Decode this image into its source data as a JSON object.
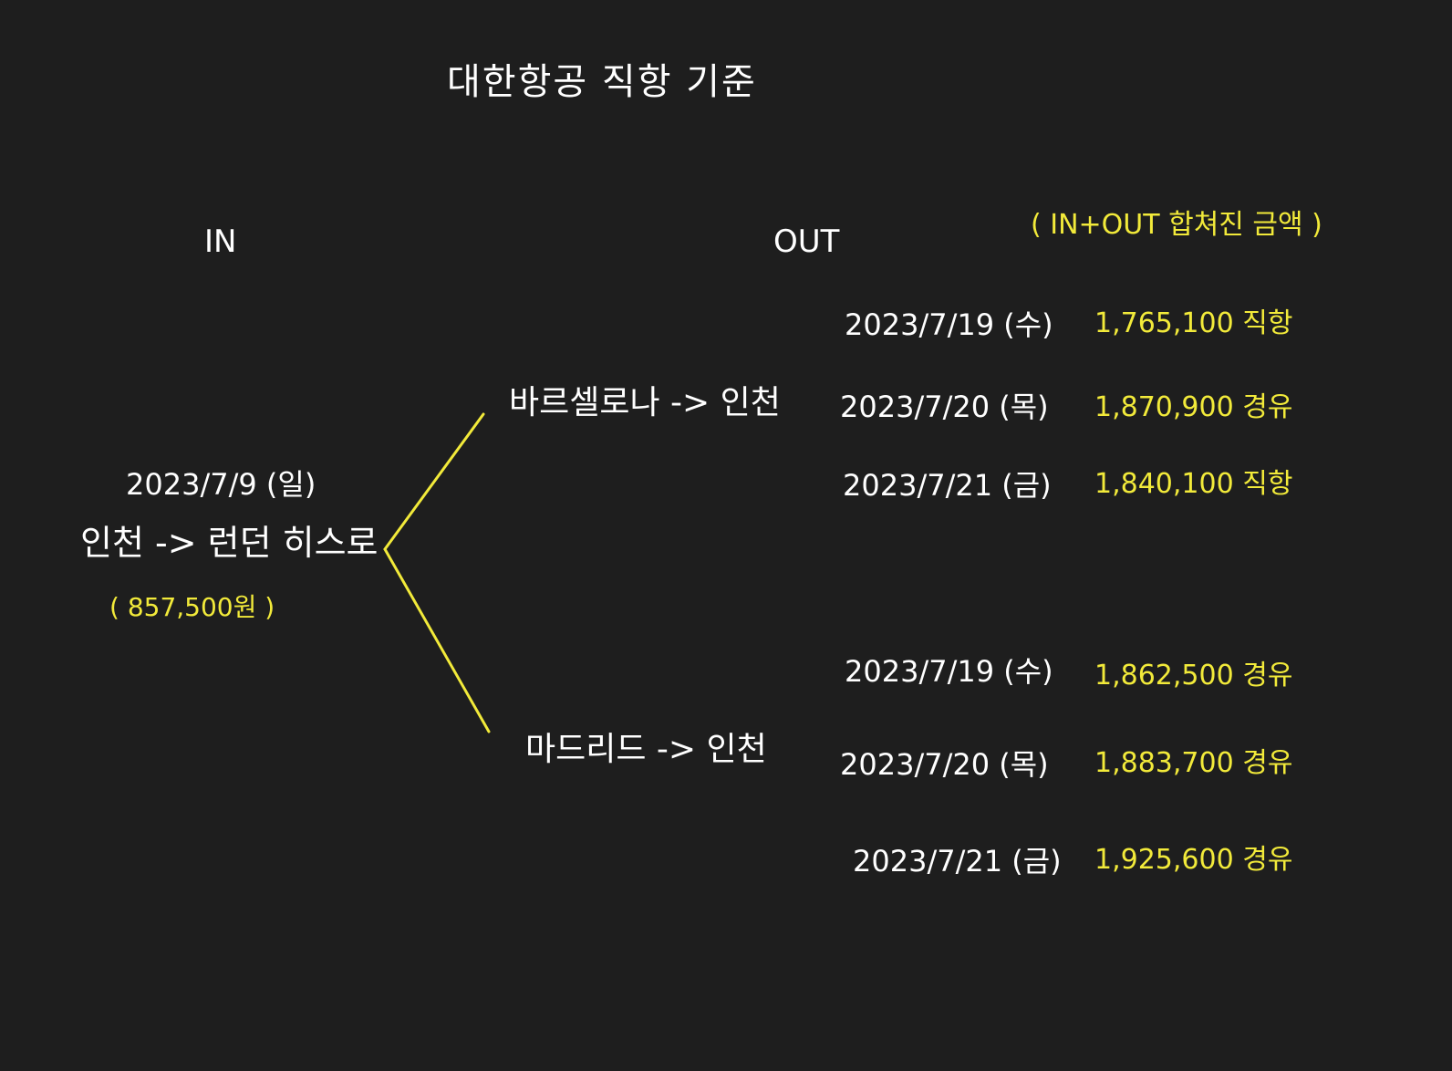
{
  "title": "대한항공 직항 기준",
  "headers": {
    "in": "IN",
    "out": "OUT",
    "note": "( IN+OUT 합쳐진 금액 )"
  },
  "inbound": {
    "date": "2023/7/9 (일)",
    "route": "인천 -> 런던 히스로",
    "price": "( 857,500원 )"
  },
  "branches": [
    {
      "route": "바르셀로나 -> 인천",
      "options": [
        {
          "date": "2023/7/19 (수)",
          "price": "1,765,100 직항"
        },
        {
          "date": "2023/7/20 (목)",
          "price": "1,870,900 경유"
        },
        {
          "date": "2023/7/21 (금)",
          "price": "1,840,100 직항"
        }
      ]
    },
    {
      "route": "마드리드 -> 인천",
      "options": [
        {
          "date": "2023/7/19 (수)",
          "price": "1,862,500 경유"
        },
        {
          "date": "2023/7/20 (목)",
          "price": "1,883,700 경유"
        },
        {
          "date": "2023/7/21 (금)",
          "price": "1,925,600 경유"
        }
      ]
    }
  ],
  "colors": {
    "background": "#1e1e1e",
    "text": "#ffffff",
    "accent": "#f2ea3a"
  }
}
